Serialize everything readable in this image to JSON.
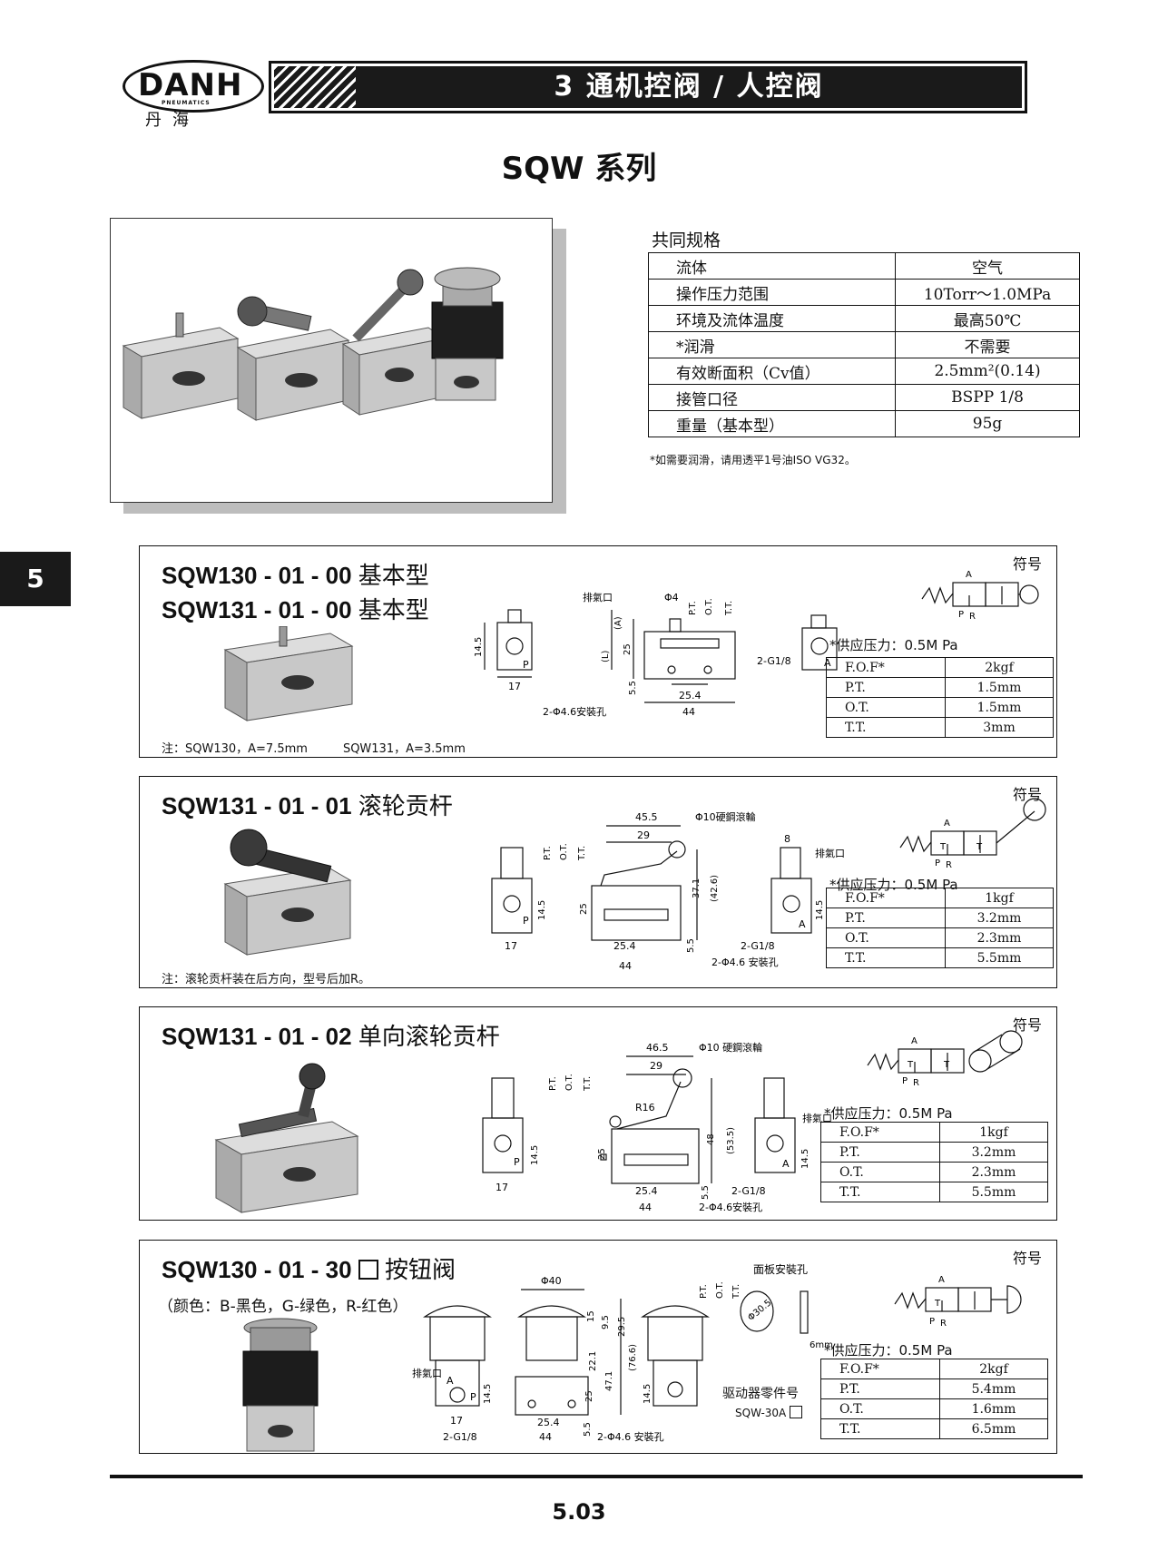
{
  "header": {
    "logo_text": "DANH",
    "logo_sub": "PNEUMATICS",
    "logo_cn": "丹海",
    "banner_title": "3 通机控阀 / 人控阀"
  },
  "series_title": "SQW 系列",
  "spec": {
    "heading": "共同规格",
    "rows": [
      {
        "label": "流体",
        "value": "空气"
      },
      {
        "label": "操作压力范围",
        "value": "10Torr～1.0MPa"
      },
      {
        "label": "环境及流体温度",
        "value": "最高50℃"
      },
      {
        "label": "*润滑",
        "value": "不需要"
      },
      {
        "label": "有效断面积（Cv值）",
        "value": "2.5mm²(0.14)"
      },
      {
        "label": "接管口径",
        "value": "BSPP 1/8"
      },
      {
        "label": "重量（基本型）",
        "value": "95g"
      }
    ],
    "note": "*如需要润滑，请用透平1号油ISO VG32。"
  },
  "side_tab": "5",
  "sections": [
    {
      "model_lines": [
        {
          "code": "SQW130 - 01 - 00",
          "name": "基本型"
        },
        {
          "code": "SQW131 - 01 - 00",
          "name": "基本型"
        }
      ],
      "symbol_label": "符号",
      "supply": "*供应压力：0.5M Pa",
      "perf": [
        {
          "k": "F.O.F*",
          "v": "2kgf"
        },
        {
          "k": "P.T.",
          "v": "1.5mm"
        },
        {
          "k": "O.T.",
          "v": "1.5mm"
        },
        {
          "k": "T.T.",
          "v": "3mm"
        }
      ],
      "note": "注：SQW130，A=7.5mm　　　SQW131，A=3.5mm",
      "dims": {
        "exhaust": "排氣口",
        "phi4": "Φ4",
        "pt": "P.T.",
        "ot": "O.T.",
        "tt": "T.T.",
        "a": "(A)",
        "l": "(L)",
        "d25": "25",
        "d55": "5.5",
        "d254": "25.4",
        "d44": "44",
        "d145": "14.5",
        "d17": "17",
        "g18": "2-G1/8",
        "hole": "2-Φ4.6安裝孔",
        "p": "P",
        "aport": "A"
      }
    },
    {
      "model_lines": [
        {
          "code": "SQW131 - 01 - 01",
          "name": "滚轮贡杆"
        }
      ],
      "symbol_label": "符号",
      "supply": "*供应压力：0.5M Pa",
      "perf": [
        {
          "k": "F.O.F*",
          "v": "1kgf"
        },
        {
          "k": "P.T.",
          "v": "3.2mm"
        },
        {
          "k": "O.T.",
          "v": "2.3mm"
        },
        {
          "k": "T.T.",
          "v": "5.5mm"
        }
      ],
      "note": "注：滚轮贡杆装在后方向，型号后加R。",
      "dims": {
        "d455": "45.5",
        "d29": "29",
        "roller": "Φ10硬鋼滾輪",
        "d8": "8",
        "exhaust": "排氣口",
        "pt": "P.T.",
        "ot": "O.T.",
        "tt": "T.T.",
        "d371": "37.1",
        "d426": "(42.6)",
        "d25": "25",
        "d145": "14.5",
        "d17": "17",
        "d254": "25.4",
        "d55": "5.5",
        "d44": "44",
        "g18": "2-G1/8",
        "hole": "2-Φ4.6 安裝孔",
        "p": "P",
        "aport": "A"
      }
    },
    {
      "model_lines": [
        {
          "code": "SQW131 - 01 - 02",
          "name": "单向滚轮贡杆"
        }
      ],
      "symbol_label": "符号",
      "supply": "*供应压力：0.5M Pa",
      "perf": [
        {
          "k": "F.O.F*",
          "v": "1kgf"
        },
        {
          "k": "P.T.",
          "v": "3.2mm"
        },
        {
          "k": "O.T.",
          "v": "2.3mm"
        },
        {
          "k": "T.T.",
          "v": "5.5mm"
        }
      ],
      "dims": {
        "d465": "46.5",
        "d29": "29",
        "roller": "Φ10 硬鋼滾輪",
        "r16": "R16",
        "exhaust": "排氣口",
        "pt": "P.T.",
        "ot": "O.T.",
        "tt": "T.T.",
        "d48": "48",
        "d535": "(53.5)",
        "d25": "25",
        "d145": "14.5",
        "d17": "17",
        "d254": "25.4",
        "d55": "5.5",
        "d44": "44",
        "g18": "2-G1/8",
        "hole": "2-Φ4.6安裝孔",
        "p": "P",
        "aport": "A"
      }
    },
    {
      "model_lines": [
        {
          "code": "SQW130 - 01 - 30",
          "name": "按钮阀"
        }
      ],
      "colors": "（颜色：B-黑色，G-绿色，R-红色）",
      "panel_label": "面板安裝孔",
      "symbol_label": "符号",
      "supply": "*供应压力：0.5M Pa",
      "perf": [
        {
          "k": "F.O.F*",
          "v": "2kgf"
        },
        {
          "k": "P.T.",
          "v": "5.4mm"
        },
        {
          "k": "O.T.",
          "v": "1.6mm"
        },
        {
          "k": "T.T.",
          "v": "6.5mm"
        }
      ],
      "actuator_label": "驱动器零件号",
      "actuator_code": "SQW-30A",
      "dims": {
        "phi40": "Φ40",
        "phi305": "Φ30.5",
        "d6": "6mm",
        "exhaust": "排氣口",
        "pt": "P.T.",
        "ot": "O.T.",
        "tt": "T.T.",
        "d15": "15",
        "d95": "9.5",
        "d295": "29.5",
        "d221": "22.1",
        "d471": "47.1",
        "d766": "(76.6)",
        "d25": "25",
        "d145": "14.5",
        "d17": "17",
        "d254": "25.4",
        "d55": "5.5",
        "d44": "44",
        "g18": "2-G1/8",
        "hole": "2-Φ4.6 安裝孔",
        "p": "P",
        "aport": "A"
      }
    }
  ],
  "valve_symbol": {
    "a": "A",
    "p": "P",
    "r": "R",
    "t": "T"
  },
  "page_number": "5.03"
}
